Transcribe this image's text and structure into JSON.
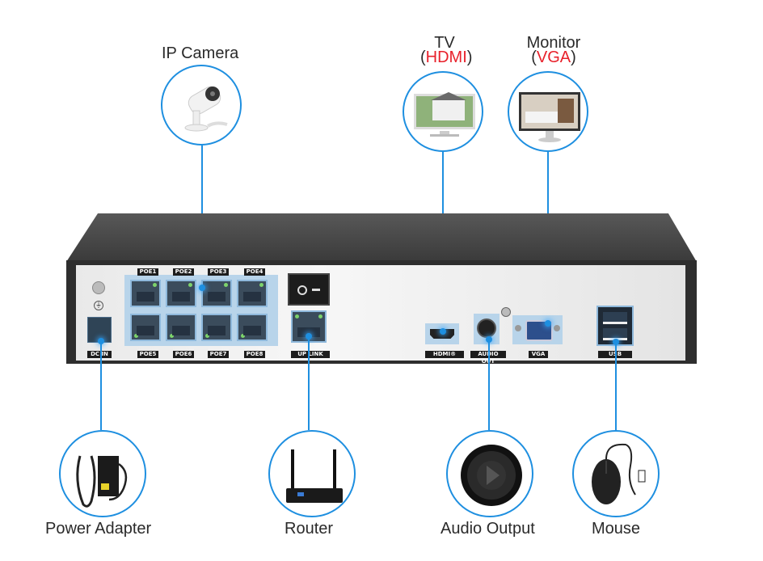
{
  "title": "NVR rear panel connection diagram",
  "accent_color": "#1e8fe0",
  "highlight_color": "#e8212b",
  "top_devices": [
    {
      "name": "IP Camera",
      "icon": "ip-camera-icon"
    },
    {
      "name": "TV",
      "sub": "HDMI",
      "icon": "tv-icon"
    },
    {
      "name": "Monitor",
      "sub": "VGA",
      "icon": "monitor-icon"
    }
  ],
  "bottom_devices": [
    {
      "name": "Power Adapter",
      "icon": "power-adapter-icon"
    },
    {
      "name": "Router",
      "icon": "router-icon"
    },
    {
      "name": "Audio Output",
      "icon": "speaker-icon"
    },
    {
      "name": "Mouse",
      "icon": "mouse-icon"
    }
  ],
  "ports": {
    "poe_top": [
      "POE1",
      "POE2",
      "POE3",
      "POE4"
    ],
    "poe_bottom": [
      "POE5",
      "POE6",
      "POE7",
      "POE8"
    ],
    "dc_in": "DC IN",
    "uplink": "UP LINK",
    "hdmi": "HDMI®",
    "audio_out": "AUDIO OUT",
    "vga": "VGA",
    "usb": "USB"
  }
}
